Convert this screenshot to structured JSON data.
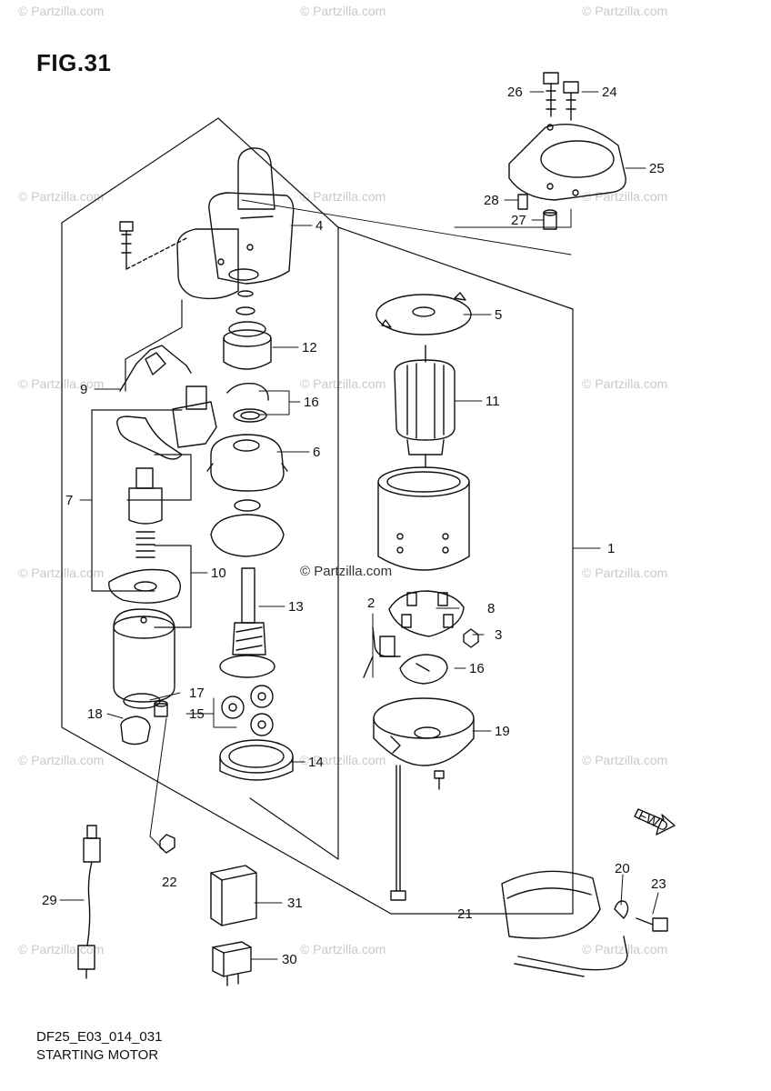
{
  "figure": {
    "title": "FIG.31",
    "code": "DF25_E03_014_031",
    "name": "STARTING MOTOR"
  },
  "watermark": {
    "text": "© Partzilla.com",
    "center_text": "© Partzilla.com"
  },
  "direction_label": "FWD",
  "callouts": [
    "1",
    "2",
    "3",
    "4",
    "5",
    "6",
    "7",
    "8",
    "9",
    "10",
    "11",
    "12",
    "13",
    "14",
    "15",
    "16",
    "16",
    "17",
    "18",
    "19",
    "20",
    "21",
    "22",
    "23",
    "24",
    "25",
    "26",
    "27",
    "28",
    "29",
    "30",
    "31"
  ],
  "colors": {
    "line": "#111111",
    "watermark": "#c9c9c9"
  }
}
